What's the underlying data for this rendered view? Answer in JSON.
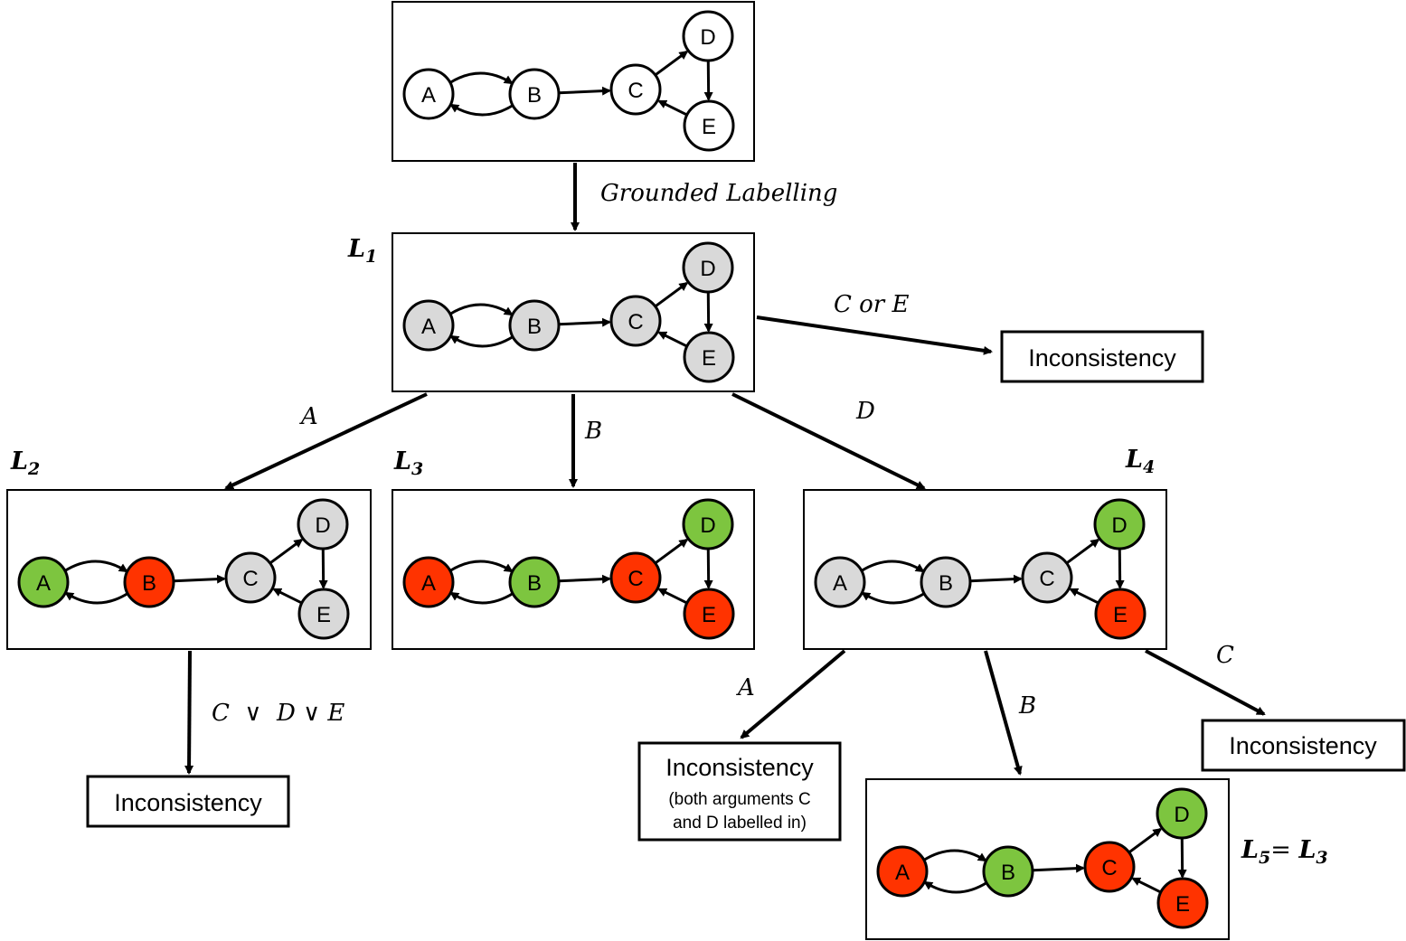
{
  "colors": {
    "in": "#7dc53f",
    "out": "#ff3300",
    "undec": "#d9d9d9",
    "blank": "#ffffff",
    "stroke": "#000000"
  },
  "top_graph": {
    "nodes": [
      {
        "id": "A",
        "label": "A",
        "state": "blank"
      },
      {
        "id": "B",
        "label": "B",
        "state": "blank"
      },
      {
        "id": "C",
        "label": "C",
        "state": "blank"
      },
      {
        "id": "D",
        "label": "D",
        "state": "blank"
      },
      {
        "id": "E",
        "label": "E",
        "state": "blank"
      }
    ]
  },
  "labellings": [
    {
      "key": "L1",
      "label": "L",
      "subscript": "1",
      "states": {
        "A": "undec",
        "B": "undec",
        "C": "undec",
        "D": "undec",
        "E": "undec"
      }
    },
    {
      "key": "L2",
      "label": "L",
      "subscript": "2",
      "states": {
        "A": "in",
        "B": "out",
        "C": "undec",
        "D": "undec",
        "E": "undec"
      }
    },
    {
      "key": "L3",
      "label": "L",
      "subscript": "3",
      "states": {
        "A": "out",
        "B": "in",
        "C": "out",
        "D": "in",
        "E": "out"
      }
    },
    {
      "key": "L4",
      "label": "L",
      "subscript": "4",
      "states": {
        "A": "undec",
        "B": "undec",
        "C": "undec",
        "D": "in",
        "E": "out"
      }
    },
    {
      "key": "L5",
      "label": "L",
      "subscript": "5",
      "equals": "= ",
      "equals_label": "L",
      "equals_subscript": "3",
      "states": {
        "A": "out",
        "B": "in",
        "C": "out",
        "D": "in",
        "E": "out"
      }
    }
  ],
  "edges": [
    {
      "from": "A",
      "to": "B"
    },
    {
      "from": "B",
      "to": "A"
    },
    {
      "from": "B",
      "to": "C"
    },
    {
      "from": "C",
      "to": "D"
    },
    {
      "from": "D",
      "to": "E"
    },
    {
      "from": "E",
      "to": "C"
    }
  ],
  "transitions": {
    "grounded": "Grounded Labelling",
    "l1_c_or_e": "C or E",
    "l1_a": "A",
    "l1_b": "B",
    "l1_d": "D",
    "l2_cde": "C  ∨  D ∨ E",
    "l4_a": "A",
    "l4_b": "B",
    "l4_c": "C"
  },
  "inconsistency": {
    "label": "Inconsistency",
    "note_line1": "(both arguments C",
    "note_line2": "and D labelled in)"
  }
}
